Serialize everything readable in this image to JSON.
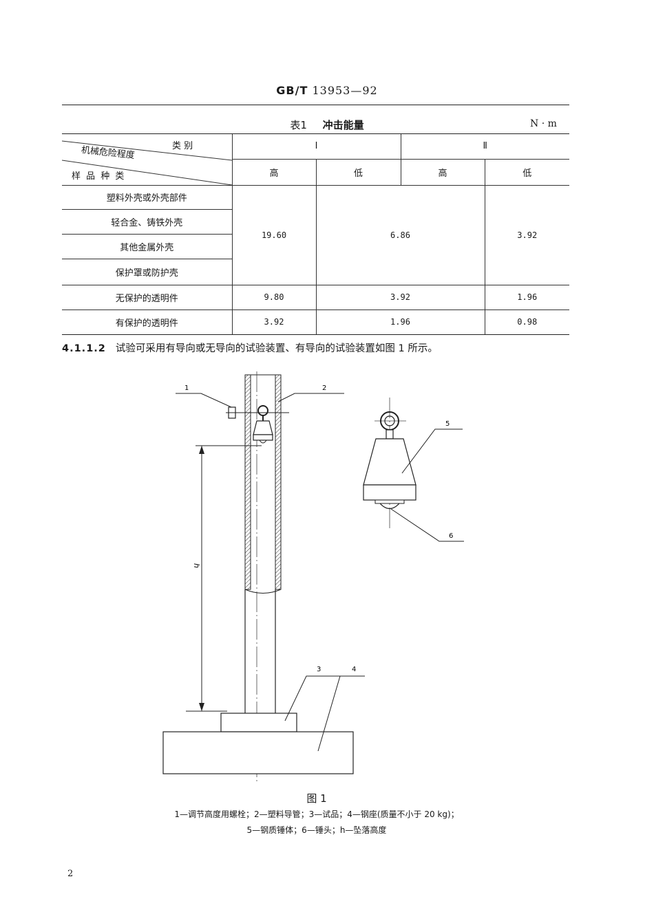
{
  "header": {
    "std": "GB/T",
    "num": "13953—92"
  },
  "table": {
    "title_num": "表1",
    "title_text": "冲击能量",
    "unit": "N · m",
    "corner": {
      "top": "类 别",
      "mid": "机械危险程度",
      "bottom": "样 品 种 类"
    },
    "classes": [
      "I",
      "Ⅱ"
    ],
    "levels": [
      "高",
      "低",
      "高",
      "低"
    ],
    "rows": [
      "塑料外壳或外壳部件",
      "轻合金、铸铁外壳",
      "其他金属外壳",
      "保护罩或防护壳",
      "无保护的透明件",
      "有保护的透明件"
    ],
    "group_values": [
      "19.60",
      "6.86",
      "3.92"
    ],
    "row5_values": [
      "9.80",
      "3.92",
      "1.96"
    ],
    "row6_values": [
      "3.92",
      "1.96",
      "0.98"
    ]
  },
  "paragraph": {
    "num": "4.1.1.2",
    "text": "试验可采用有导向或无导向的试验装置、有导向的试验装置如图 1 所示。"
  },
  "figure": {
    "labels": [
      "1",
      "2",
      "3",
      "4",
      "5",
      "6"
    ],
    "h_label": "h",
    "caption": "图 1",
    "legend1": "1—调节高度用螺栓；2—塑料导管；3—试品；4—钢座(质量不小于 20 kg)；",
    "legend2": "5—钢质锤体；6—锤头；h—坠落高度"
  },
  "page_number": "2"
}
